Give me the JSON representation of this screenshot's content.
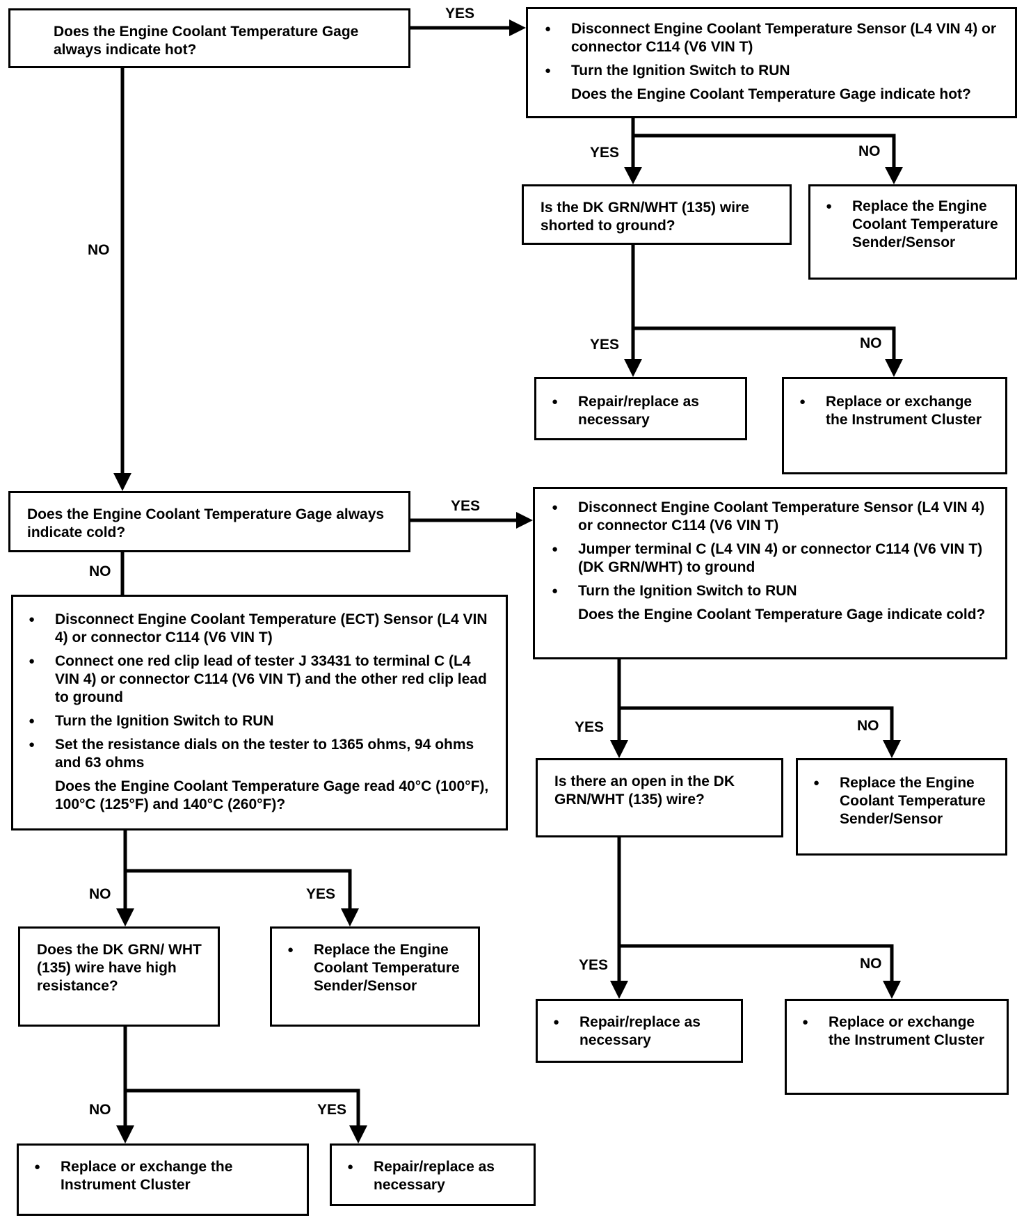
{
  "labels": {
    "yes": "YES",
    "no": "NO"
  },
  "nodes": {
    "q_hot": "Does the Engine Coolant Temperature Gage always indicate hot?",
    "hot_steps": {
      "bullets": [
        "Disconnect Engine Coolant Temperature Sensor (L4 VIN 4) or connector C114 (V6 VIN T)",
        "Turn the Ignition Switch to RUN"
      ],
      "question": "Does the Engine Coolant Temperature Gage indicate hot?"
    },
    "q_shorted": "Is the DK GRN/WHT (135) wire shorted to ground?",
    "replace_sender_1": "Replace the Engine Coolant Temperature Sender/Sensor",
    "repair_1": "Repair/replace as necessary",
    "replace_cluster_1": "Replace or exchange the Instrument Cluster",
    "q_cold": "Does the Engine Coolant Temperature Gage always indicate cold?",
    "cold_steps": {
      "bullets": [
        "Disconnect Engine Coolant Temperature Sensor (L4 VIN 4) or connector C114 (V6 VIN T)",
        "Jumper terminal C (L4 VIN 4) or connector C114 (V6 VIN T) (DK GRN/WHT) to ground",
        "Turn the Ignition Switch to RUN"
      ],
      "question": "Does the Engine Coolant Temperature Gage indicate cold?"
    },
    "q_open": "Is there an open in the DK GRN/WHT (135) wire?",
    "replace_sender_2": "Replace the Engine Coolant Temperature Sender/Sensor",
    "repair_2": "Repair/replace as necessary",
    "replace_cluster_2": "Replace or exchange the Instrument Cluster",
    "tester_steps": {
      "bullets": [
        "Disconnect Engine Coolant Temperature (ECT) Sensor (L4 VIN 4) or connector C114 (V6 VIN T)",
        "Connect one red clip lead of tester J 33431 to terminal C (L4 VIN 4) or connector C114 (V6 VIN T) and the other red clip lead to ground",
        "Turn the Ignition Switch to RUN",
        "Set the resistance dials on the tester to 1365 ohms, 94 ohms and 63 ohms"
      ],
      "question": "Does the Engine Coolant Temperature Gage read 40°C (100°F), 100°C (125°F) and 140°C (260°F)?"
    },
    "q_resistance": "Does the DK GRN/ WHT (135) wire have high resistance?",
    "replace_sender_3": "Replace the Engine Coolant Temperature Sender/Sensor",
    "replace_cluster_3": "Replace or exchange the Instrument Cluster",
    "repair_3": "Repair/replace as necessary"
  }
}
